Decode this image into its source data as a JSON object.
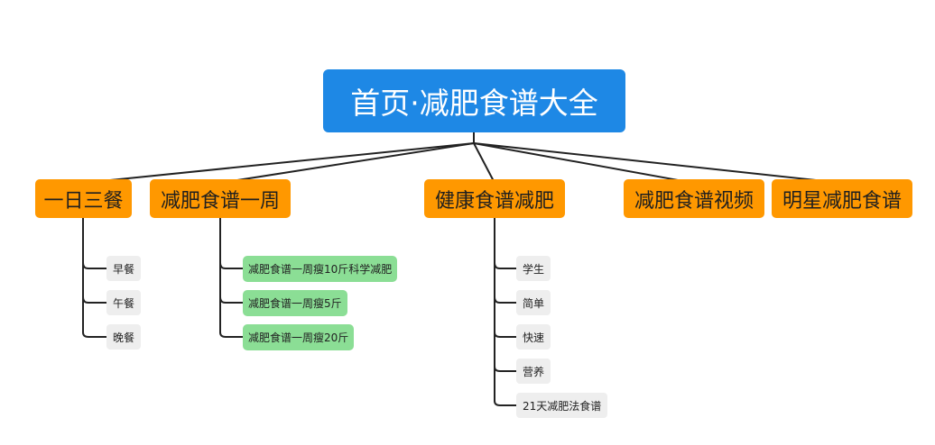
{
  "root": {
    "label": "首页·减肥食谱大全"
  },
  "branches": [
    {
      "label": "一日三餐",
      "children": [
        "早餐",
        "午餐",
        "晚餐"
      ]
    },
    {
      "label": "减肥食谱一周",
      "children": [
        "减肥食谱一周瘦10斤科学减肥",
        "减肥食谱一周瘦5斤",
        "减肥食谱一周瘦20斤"
      ]
    },
    {
      "label": "健康食谱减肥",
      "children": [
        "学生",
        "简单",
        "快速",
        "营养",
        "21天减肥法食谱"
      ]
    },
    {
      "label": "减肥食谱视频",
      "children": []
    },
    {
      "label": "明星减肥食谱",
      "children": []
    }
  ],
  "colors": {
    "root_fill": "#1e88e5",
    "branch_fill": "#ff9800",
    "leaf_grey_fill": "#eeeeee",
    "leaf_green_fill": "#8bde95",
    "connector": "#222222"
  }
}
